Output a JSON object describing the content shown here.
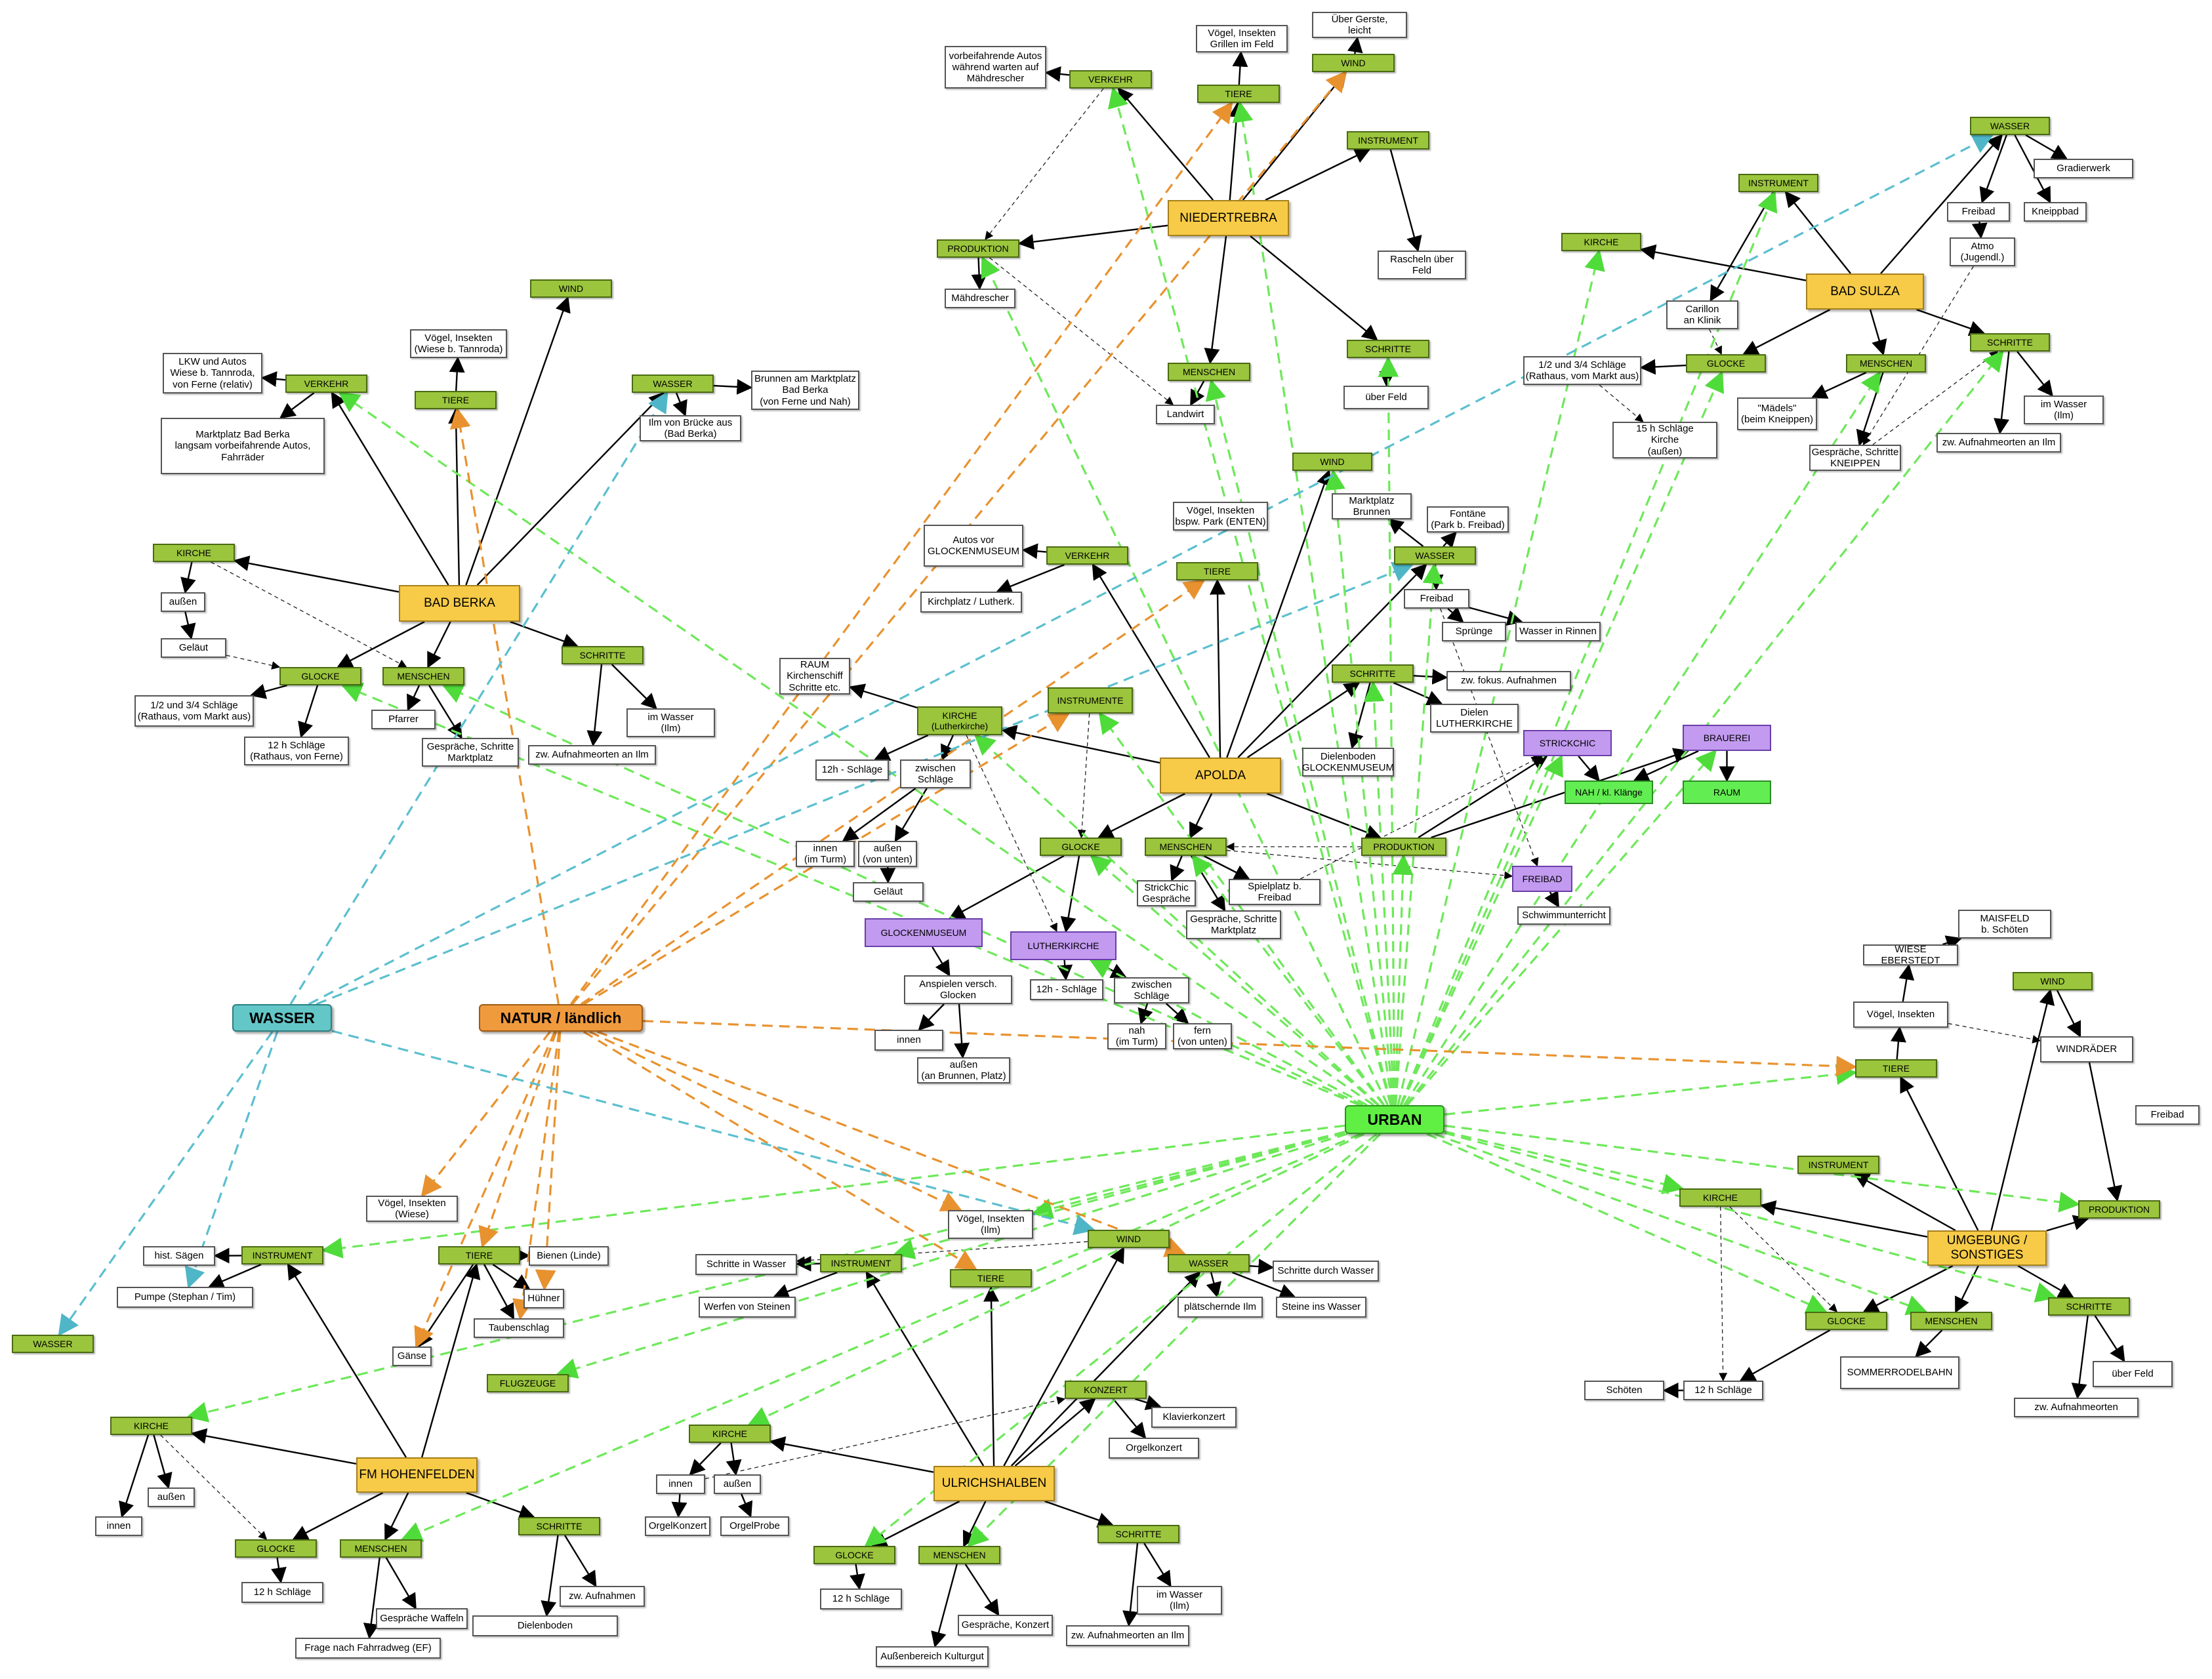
{
  "colors": {
    "urban": "#62ee52",
    "natur": "#f09a3e",
    "wasser": "#63c7c8",
    "hub": "#f7cb47",
    "category": "#9bc53d",
    "special": "#c29af0"
  },
  "roots": {
    "urban": "URBAN",
    "natur": "NATUR / ländlich",
    "wasser": "WASSER"
  },
  "nodes": {
    "a1": "Über Gerste,\nleicht",
    "a2": "Vögel, Insekten\nGrillen im Feld",
    "a3": "vorbeifahrende Autos\nwährend warten auf\nMähdrescher",
    "a4": "WIND",
    "a5": "VERKEHR",
    "a6": "TIERE",
    "a7": "INSTRUMENT",
    "a8": "NIEDERTREBRA",
    "a9": "PRODUKTION",
    "a10": "Mähdrescher",
    "a11": "Rascheln über\nFeld",
    "a12": "SCHRITTE",
    "a13": "MENSCHEN",
    "a14": "Landwirt",
    "a15": "über Feld",
    "b1": "WASSER",
    "b2": "Gradierwerk",
    "b3": "INSTRUMENT",
    "b4": "Freibad",
    "b5": "Kneippbad",
    "b6": "Atmo\n(Jugendl.)",
    "b7": "KIRCHE",
    "b8": "BAD SULZA",
    "b9": "Carillon\nan Klinik",
    "b10": "SCHRITTE",
    "b11": "GLOCKE",
    "b12": "MENSCHEN",
    "b13": "1/2 und 3/4 Schläge\n(Rathaus, vom Markt aus)",
    "b14": "\"Mädels\"\n(beim Kneippen)",
    "b15": "im Wasser\n(Ilm)",
    "b16": "15 h Schläge\nKirche\n(außen)",
    "b17": "Gespräche, Schritte\nKNEIPPEN",
    "b18": "zw. Aufnahmeorten an Ilm",
    "c1": "WIND",
    "c2": "Vögel, Insekten\n(Wiese b. Tannroda)",
    "c3": "LKW und Autos\nWiese b. Tannroda,\nvon Ferne (relativ)",
    "c4": "VERKEHR",
    "c5": "TIERE",
    "c6": "WASSER",
    "c7": "Brunnen am Marktplatz\nBad Berka\n(von Ferne und Nah)",
    "c8": "Ilm von Brücke aus\n(Bad Berka)",
    "c9": "Marktplatz Bad Berka\nlangsam vorbeifahrende Autos,\nFahrräder",
    "c10": "KIRCHE",
    "c11": "BAD BERKA",
    "c12": "außen",
    "c13": "Geläut",
    "c14": "SCHRITTE",
    "c15": "GLOCKE",
    "c16": "MENSCHEN",
    "c17": "1/2 und 3/4 Schläge\n(Rathaus, vom Markt aus)",
    "c18": "Pfarrer",
    "c19": "im Wasser\n(Ilm)",
    "c20": "12 h Schläge\n(Rathaus, von Ferne)",
    "c21": "Gespräche, Schritte\nMarktplatz",
    "c22": "zw. Aufnahmeorten an Ilm",
    "d1": "WIND",
    "d2": "Marktplatz\nBrunnen",
    "d3": "Fontäne\n(Park b. Freibad)",
    "d4": "Vögel, Insekten\nbspw. Park (ENTEN)",
    "d5": "Autos vor\nGLOCKENMUSEUM",
    "d6": "VERKEHR",
    "d7": "TIERE",
    "d8": "WASSER",
    "d9": "Kirchplatz / Lutherk.",
    "d10": "Freibad",
    "d11": "Sprünge",
    "d12": "Wasser in Rinnen",
    "d13": "RAUM\nKirchenschiff\nSchritte etc.",
    "d14": "INSTRUMENTE",
    "d15": "SCHRITTE",
    "d16": "zw. fokus. Aufnahmen",
    "d17": "KIRCHE\n(Lutherkirche)",
    "d18": "Dielen\nLUTHERKIRCHE",
    "d19": "12h - Schläge",
    "d20": "zwischen\nSchläge",
    "d21": "APOLDA",
    "d22": "Dielenboden\nGLOCKENMUSEUM",
    "d23": "STRICKCHIC",
    "d24": "BRAUEREI",
    "d25": "NAH / kl. Klänge",
    "d26": "RAUM",
    "d27": "innen\n(im Turm)",
    "d28": "außen\n(von unten)",
    "d29": "GLOCKE",
    "d30": "MENSCHEN",
    "d31": "PRODUKTION",
    "d32": "FREIBAD",
    "d33": "Geläut",
    "d34": "StrickChic\nGespräche",
    "d35": "Spielplatz b.\nFreibad",
    "d36": "Schwimmunterricht",
    "d37": "Gespräche, Schritte\nMarktplatz",
    "d38": "GLOCKENMUSEUM",
    "d39": "LUTHERKIRCHE",
    "d40": "Anspielen versch.\nGlocken",
    "d41": "12h - Schläge",
    "d42": "zwischen\nSchläge",
    "d43": "innen",
    "d44": "nah\n(im Turm)",
    "d45": "fern\n(von unten)",
    "d46": "außen\n(an Brunnen, Platz)",
    "e1": "MAISFELD\nb. Schöten",
    "e2": "WIESE EBERSTEDT",
    "e3": "WIND",
    "e4": "Vögel, Insekten",
    "e5": "WINDRÄDER",
    "e6": "TIERE",
    "e7": "Freibad",
    "e8": "INSTRUMENT",
    "e9": "PRODUKTION",
    "e10": "KIRCHE",
    "e11": "UMGEBUNG /\nSONSTIGES",
    "e12": "SCHRITTE",
    "e13": "GLOCKE",
    "e14": "MENSCHEN",
    "e15": "SOMMERRODELBAHN",
    "e16": "über Feld",
    "e17": "Schöten",
    "e18": "12 h Schläge",
    "e19": "zw. Aufnahmeorten",
    "f1": "Vögel, Insekten\n(Wiese)",
    "f2": "hist. Sägen",
    "f3": "INSTRUMENT",
    "f4": "TIERE",
    "f5": "Bienen (Linde)",
    "f6": "Pumpe (Stephan / Tim)",
    "f7": "Hühner",
    "f8": "Taubenschlag",
    "f9": "WASSER",
    "f10": "Gänse",
    "f11": "FLUGZEUGE",
    "f12": "KIRCHE",
    "f13": "FM HOHENFELDEN",
    "f14": "außen",
    "f15": "innen",
    "f16": "SCHRITTE",
    "f17": "GLOCKE",
    "f18": "MENSCHEN",
    "f19": "zw. Aufnahmen",
    "f20": "12 h Schläge",
    "f21": "Gespräche Waffeln",
    "f22": "Dielenboden",
    "f23": "Frage nach Fahrradweg (EF)",
    "g1": "Vögel, Insekten\n(Ilm)",
    "g2": "WIND",
    "g3": "Schritte in Wasser",
    "g4": "INSTRUMENT",
    "g5": "WASSER",
    "g6": "Schritte durch Wasser",
    "g7": "TIERE",
    "g8": "Werfen von Steinen",
    "g9": "plätschernde Ilm",
    "g10": "Steine ins Wasser",
    "g11": "KONZERT",
    "g12": "Klavierkonzert",
    "g13": "Orgelkonzert",
    "g14": "KIRCHE",
    "g15": "ULRICHSHALBEN",
    "g16": "innen",
    "g17": "außen",
    "g18": "OrgelKonzert",
    "g19": "OrgelProbe",
    "g20": "SCHRITTE",
    "g21": "GLOCKE",
    "g22": "MENSCHEN",
    "g23": "im Wasser\n(Ilm)",
    "g24": "12 h Schläge",
    "g25": "Gespräche, Konzert",
    "g26": "zw. Aufnahmeorten an Ilm",
    "g27": "Außenbereich Kulturgut"
  }
}
